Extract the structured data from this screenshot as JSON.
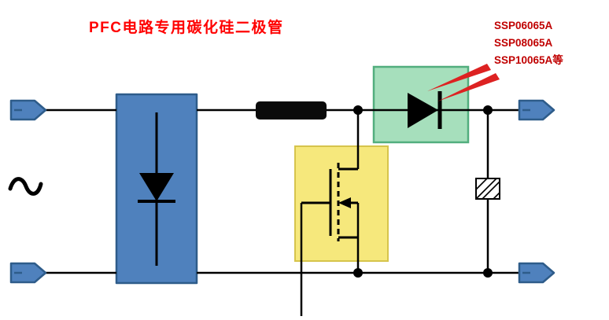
{
  "title": "PFC电路专用碳化硅二极管",
  "part_numbers": {
    "line1": "SSP06065A",
    "line2": "SSP08065A",
    "line3": "SSP10065A等"
  },
  "colors": {
    "title_red": "#FF0000",
    "part_number_red": "#C00000",
    "component_blue": "#4F81BD",
    "component_blue_border": "#2E5C8A",
    "sic_box_green": "#A6DFBC",
    "sic_box_border": "#52AE7E",
    "mosfet_box_yellow": "#F6E87C",
    "mosfet_box_border": "#D6C44C",
    "emphasis_red": "#DD2222",
    "wire_black": "#000000",
    "background": "#FFFFFF"
  },
  "icons": {
    "ac_source": "ac-source-symbol",
    "bridge_rectifier": "bridge-rectifier-symbol",
    "inductor": "inductor-symbol",
    "mosfet": "mosfet-symbol",
    "sic_diode": "sic-diode-symbol",
    "capacitor": "capacitor-symbol",
    "connector": "connector-terminal",
    "emphasis": "red-emphasis-arrows"
  }
}
